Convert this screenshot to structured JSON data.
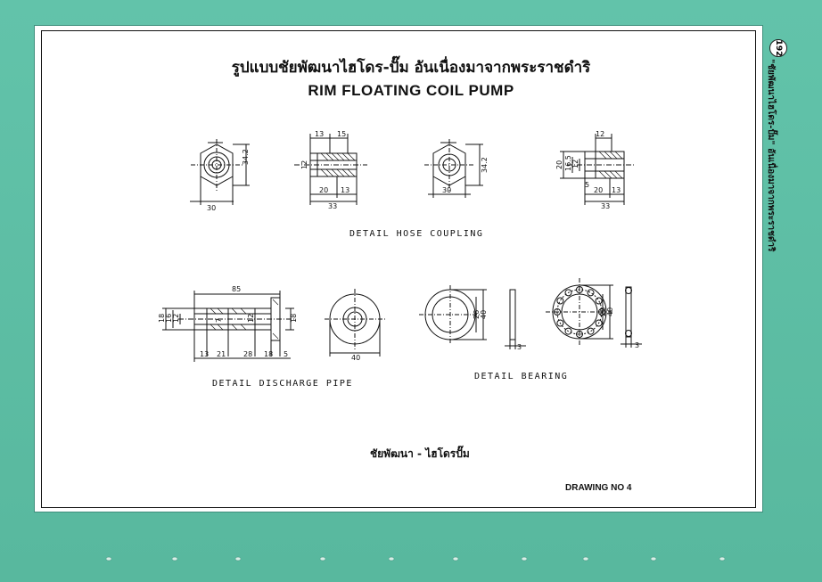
{
  "page": {
    "title_thai": "รูปแบบชัยพัฒนาไฮโดร-ปั๊ม อันเนื่องมาจากพระราชดำริ",
    "title_english": "RIM FLOATING COIL PUMP",
    "page_number": "192",
    "running_header": "\"ชัยพัฒนาไฮโดร-ปั๊ม\" อันเนื่องมาจากพระราชดำริ",
    "signature_caption": "ชัยพัฒนา - ไฮโดรปั๊ม",
    "drawing_number": "DRAWING NO 4"
  },
  "captions": {
    "hose_coupling": "DETAIL HOSE COUPLING",
    "discharge_pipe": "DETAIL DISCHARGE PIPE",
    "bearing": "DETAIL BEARING"
  },
  "dimensions": {
    "hex_width": "30",
    "hex_height": "34.2",
    "coupling_a_top_left": "13",
    "coupling_a_top_right": "15",
    "coupling_a_side": "12",
    "coupling_a_bottom_left": "20",
    "coupling_a_bottom_right": "13",
    "coupling_a_total": "33",
    "hex2_width": "30",
    "hex2_height": "34.2",
    "coupling_b_top": "12",
    "coupling_b_side_outer": "20",
    "coupling_b_side_mid": "16.5",
    "coupling_b_side_inner": "12",
    "coupling_b_small": "5",
    "coupling_b_bottom_left": "20",
    "coupling_b_bottom_right": "13",
    "coupling_b_total": "33",
    "pipe_total": "85",
    "pipe_side_outer": "18",
    "pipe_side_mid": "16",
    "pipe_side_inner": "12",
    "pipe_seg_1": "13",
    "pipe_seg_2": "21",
    "pipe_seg_3": "28",
    "pipe_seg_4": "18",
    "pipe_seg_5": "5",
    "pipe_inner_1": "7",
    "pipe_inner_2": "12",
    "pipe_right": "18",
    "flange_diameter": "40",
    "bearing_outer": "40",
    "bearing_inner": "26",
    "bearing_thickness": "3",
    "bearing2_outer": "40",
    "bearing2_mid": "28",
    "bearing2_thickness": "3"
  }
}
